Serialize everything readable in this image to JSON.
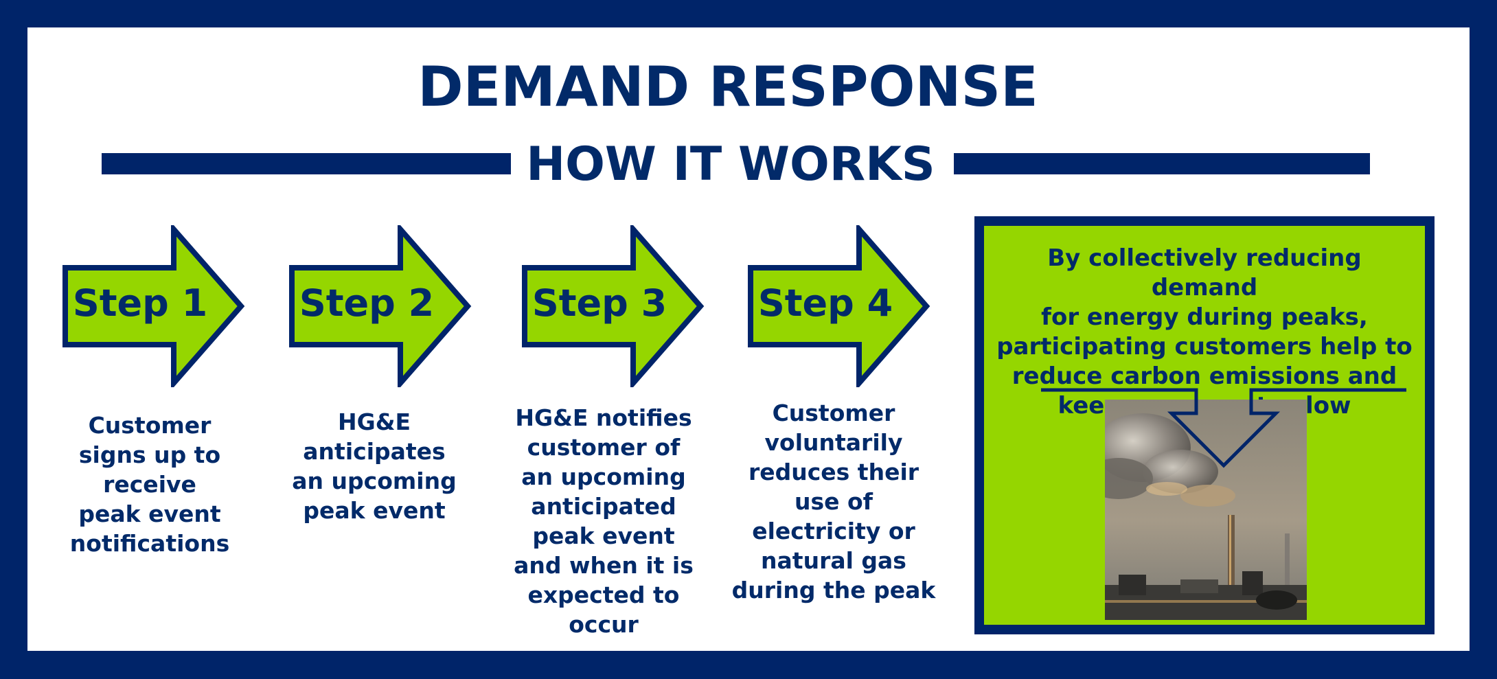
{
  "title": "DEMAND RESPONSE",
  "subtitle": "HOW IT WORKS",
  "colors": {
    "navy": "#002469",
    "text": "#022a69",
    "green": "#95d600",
    "white": "#ffffff"
  },
  "steps": [
    {
      "label": "Step 1",
      "description_lines": [
        "Customer",
        "signs up to",
        "receive",
        "peak event",
        "notifications"
      ]
    },
    {
      "label": "Step 2",
      "description_lines": [
        "HG&E",
        "anticipates",
        "an upcoming",
        "peak event"
      ]
    },
    {
      "label": "Step 3",
      "description_lines": [
        "HG&E notifies",
        "customer of",
        "an upcoming",
        "anticipated",
        "peak event",
        "and when it is",
        "expected to",
        "occur"
      ]
    },
    {
      "label": "Step 4",
      "description_lines": [
        "Customer",
        "voluntarily",
        "reduces their",
        "use of",
        "electricity or",
        "natural gas",
        "during the peak"
      ]
    }
  ],
  "result": {
    "text_lines": [
      "By collectively reducing demand",
      "for energy during peaks,",
      "participating customers help to",
      "reduce carbon emissions and",
      "keep energy rates low"
    ],
    "image": "smokestack-photo"
  }
}
